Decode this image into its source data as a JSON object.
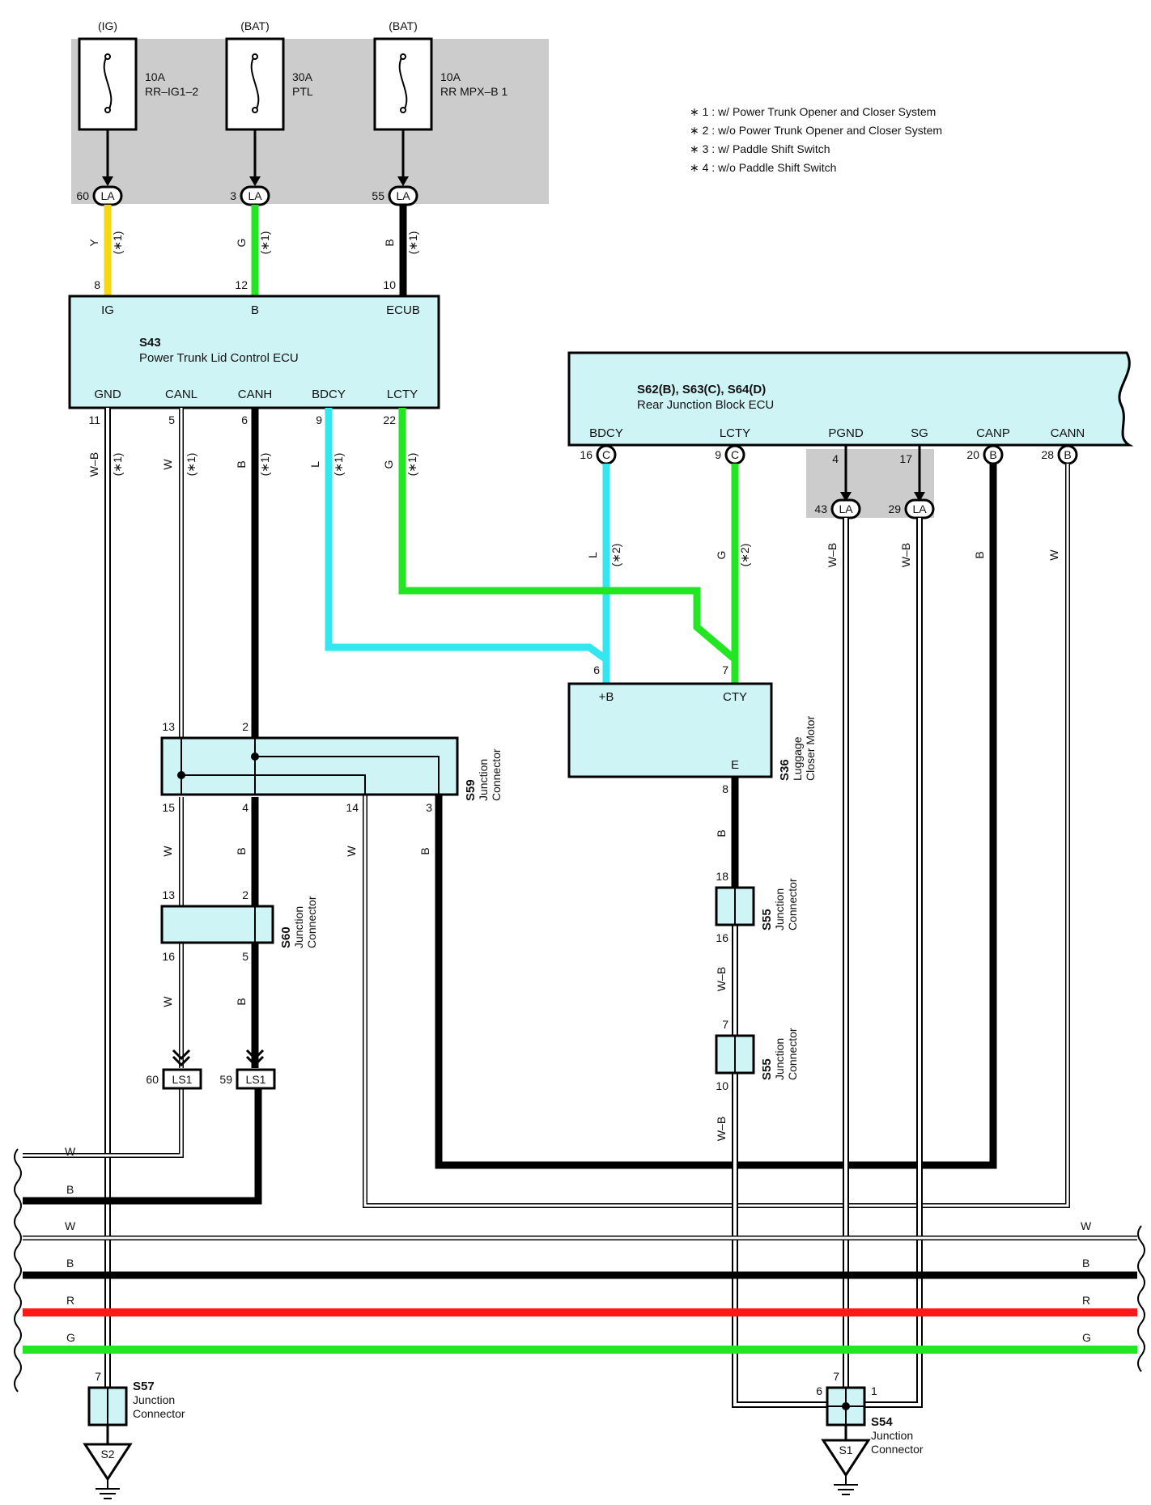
{
  "notes": [
    "∗ 1 : w/ Power Trunk Opener and Closer System",
    "∗ 2 : w/o Power Trunk Opener and Closer System",
    "∗ 3 : w/ Paddle Shift Switch",
    "∗ 4 : w/o Paddle Shift Switch"
  ],
  "fuses": [
    {
      "source": "(IG)",
      "amp": "10A",
      "name": "RR–IG1–2",
      "pin": "60",
      "conn": "LA"
    },
    {
      "source": "(BAT)",
      "amp": "30A",
      "name": "PTL",
      "pin": "3",
      "conn": "LA"
    },
    {
      "source": "(BAT)",
      "amp": "10A",
      "name": "RR MPX–B 1",
      "pin": "55",
      "conn": "LA"
    }
  ],
  "top_wires": [
    {
      "color": "Y",
      "note": "(∗1)",
      "pin": "8"
    },
    {
      "color": "G",
      "note": "(∗1)",
      "pin": "12"
    },
    {
      "color": "B",
      "note": "(∗1)",
      "pin": "10"
    }
  ],
  "ecu_s43": {
    "id": "S43",
    "name": "Power Trunk Lid Control ECU",
    "top_terms": [
      "IG",
      "B",
      "ECUB"
    ],
    "bottom_terms": [
      "GND",
      "CANL",
      "CANH",
      "BDCY",
      "LCTY"
    ],
    "bottom_pins": [
      "11",
      "5",
      "6",
      "9",
      "22"
    ],
    "wire_colors": [
      "W–B",
      "W",
      "B",
      "L",
      "G"
    ],
    "wire_notes": [
      "(∗1)",
      "(∗1)",
      "(∗1)",
      "(∗1)",
      "(∗1)"
    ]
  },
  "ecu_rjb": {
    "id": "S62(B), S63(C), S64(D)",
    "name": "Rear Junction Block ECU",
    "terms": [
      "BDCY",
      "LCTY",
      "PGND",
      "SG",
      "CANP",
      "CANN"
    ],
    "pins": [
      "16",
      "9",
      "4",
      "17",
      "20",
      "28"
    ],
    "conn": [
      "C",
      "C",
      "",
      "",
      "B",
      "B"
    ],
    "la_pins": [
      "43",
      "29"
    ],
    "la_conn": "LA",
    "wire_colors": [
      "L",
      "G",
      "W–B",
      "W–B",
      "B",
      "W"
    ],
    "wire_notes": [
      "(∗2)",
      "(∗2)"
    ]
  },
  "motor_s36": {
    "id": "S36",
    "name1": "Luggage",
    "name2": "Closer Motor",
    "terms": [
      "+B",
      "CTY",
      "E"
    ],
    "pins": [
      "6",
      "7",
      "8"
    ]
  },
  "s59": {
    "id": "S59",
    "name1": "Junction",
    "name2": "Connector",
    "pins": [
      "13",
      "2",
      "15",
      "4",
      "14",
      "3"
    ],
    "wire_colors": [
      "W",
      "B",
      "W",
      "B"
    ]
  },
  "s60": {
    "id": "S60",
    "name1": "Junction",
    "name2": "Connector",
    "pins": [
      "13",
      "2",
      "16",
      "5"
    ],
    "wire_colors": [
      "W",
      "B"
    ]
  },
  "ls1": {
    "conn": "LS1",
    "pins": [
      "60",
      "59"
    ]
  },
  "s55a": {
    "id": "S55",
    "name1": "Junction",
    "name2": "Connector",
    "pins": [
      "18",
      "16"
    ],
    "wire_colors": [
      "B",
      "W–B"
    ]
  },
  "s55b": {
    "id": "S55",
    "name1": "Junction",
    "name2": "Connector",
    "pins": [
      "7",
      "10"
    ],
    "wire_colors": [
      "W–B"
    ]
  },
  "bus_left": [
    "W",
    "B",
    "W",
    "B",
    "R",
    "G"
  ],
  "bus_right": [
    "W",
    "B",
    "R",
    "G"
  ],
  "s57": {
    "id": "S57",
    "name1": "Junction",
    "name2": "Connector",
    "pin": "7",
    "ground": "S2"
  },
  "s54": {
    "id": "S54",
    "name1": "Junction",
    "name2": "Connector",
    "pins": [
      "7",
      "6",
      "1"
    ],
    "ground": "S1"
  }
}
